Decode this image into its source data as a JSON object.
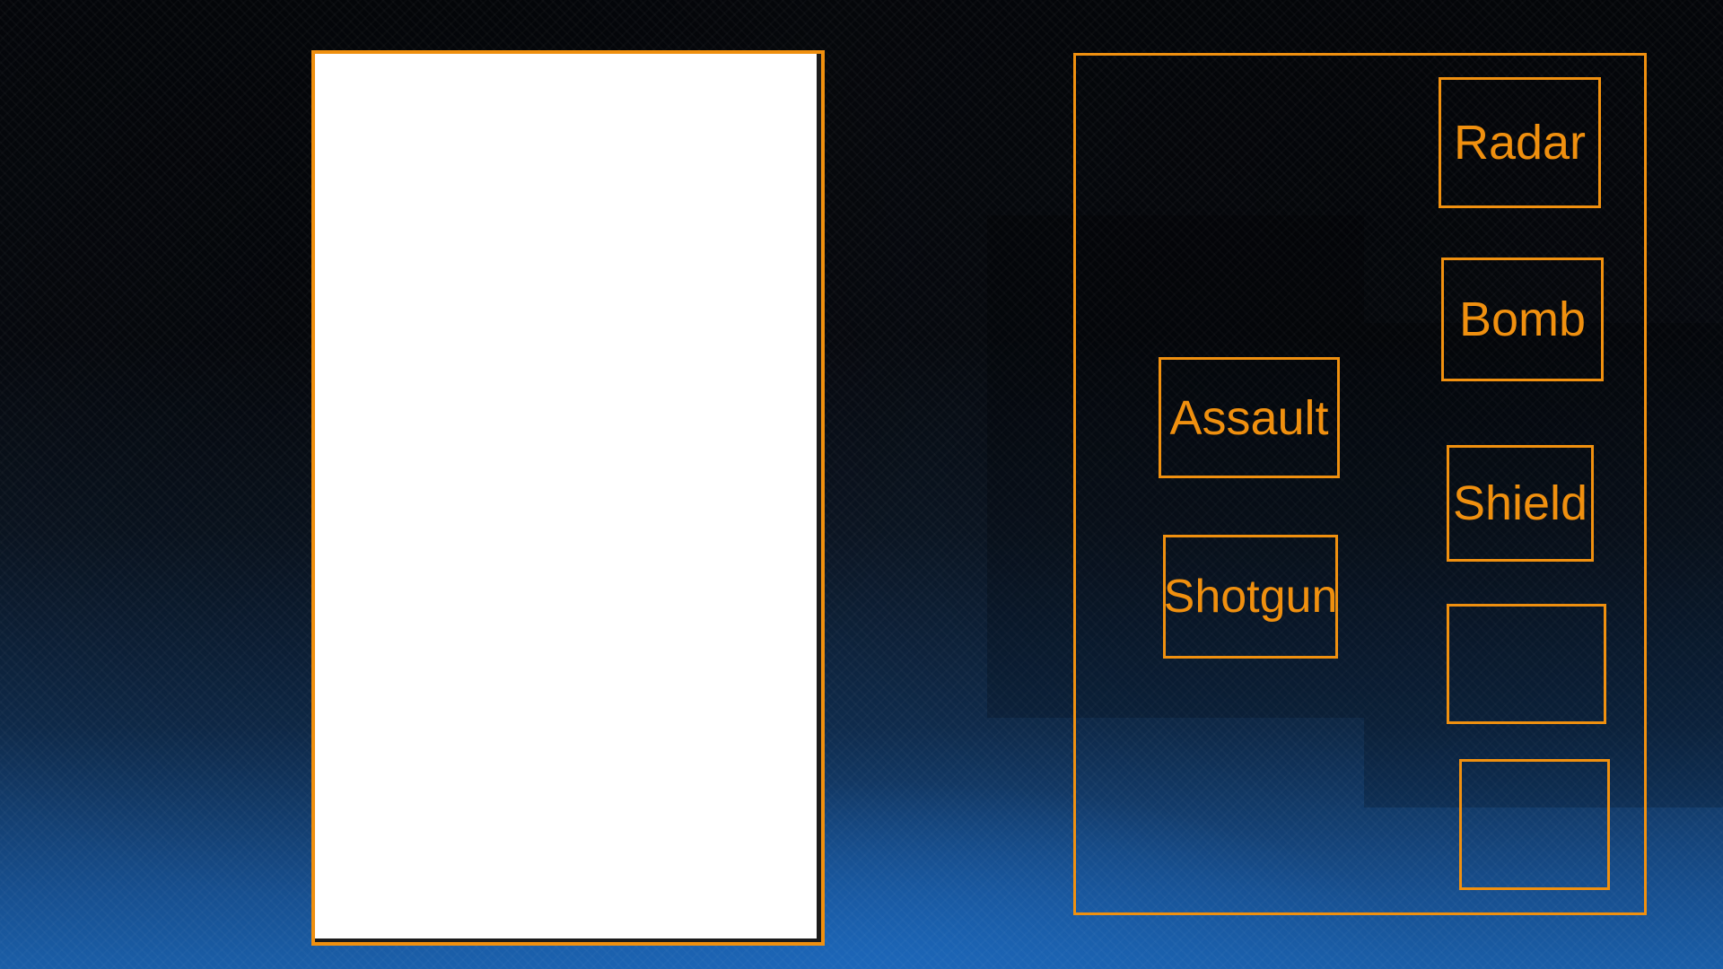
{
  "theme": {
    "accent": "#f0900f",
    "preview_fill": "#ffffff",
    "background_top": "#05070b",
    "background_bottom": "#1a5ea8"
  },
  "preview": {
    "content": ""
  },
  "inventory": {
    "slots": [
      {
        "label": "Radar"
      },
      {
        "label": "Bomb"
      },
      {
        "label": "Assault"
      },
      {
        "label": "Shield"
      },
      {
        "label": "Shotgun"
      },
      {
        "label": ""
      },
      {
        "label": ""
      }
    ]
  }
}
